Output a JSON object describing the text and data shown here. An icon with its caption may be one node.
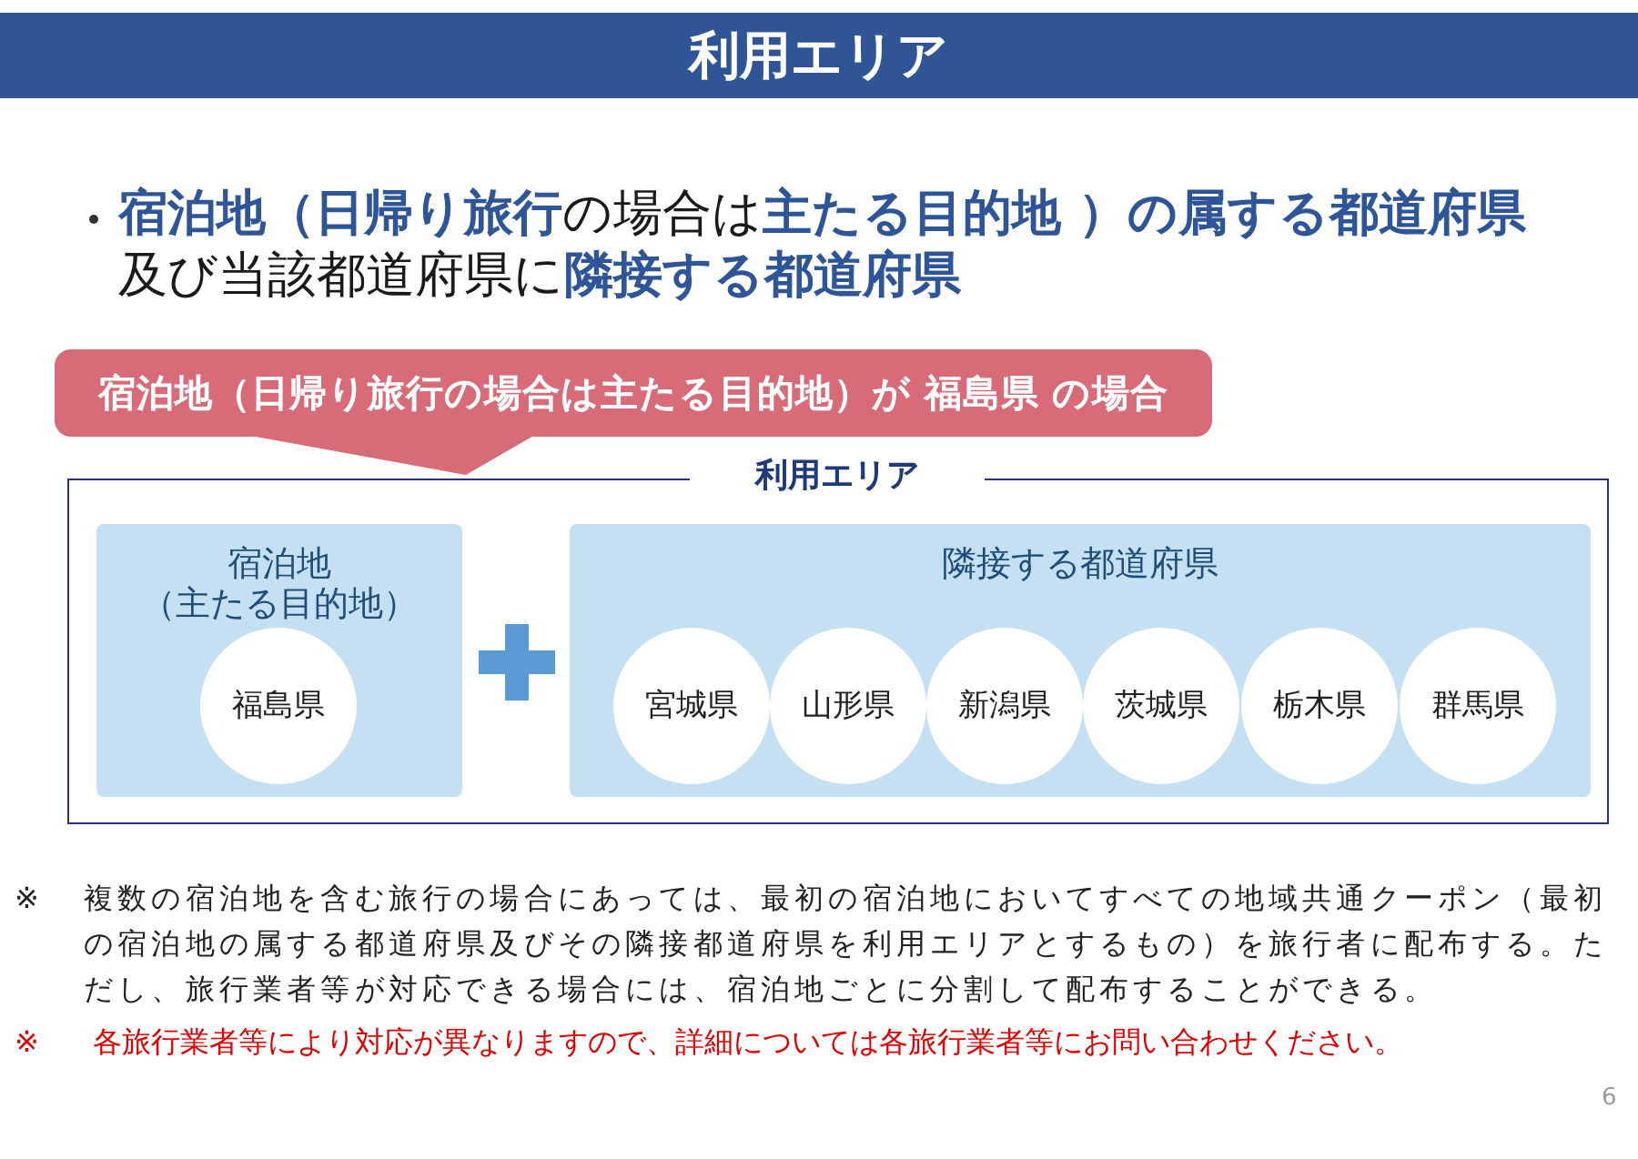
{
  "diagram": {
    "title": "利用エリア",
    "nodes": [
      {
        "text": [
          "宿泊地（日帰り旅行の場合は主たる目的地）が 福島県 の場合"
        ]
      },
      {
        "text": [
          "利用エリア"
        ]
      },
      {
        "text": [
          "宿泊地（主たる目的地）"
        ],
        "in": 1
      },
      {
        "text": [
          "福島県"
        ],
        "in": 2
      },
      {
        "text": [
          "隣接する都道府県"
        ],
        "in": 1
      },
      {
        "text": [
          "宮城県"
        ],
        "in": 4
      },
      {
        "text": [
          "山形県"
        ],
        "in": 4
      },
      {
        "text": [
          "新潟県"
        ],
        "in": 4
      },
      {
        "text": [
          "茨城県"
        ],
        "in": 4
      },
      {
        "text": [
          "栃木県"
        ],
        "in": 4
      },
      {
        "text": [
          "群馬県"
        ],
        "in": 4
      }
    ],
    "labels": [
      "**宿泊地（日帰り旅行**の場合は**主たる目的地 ）の属する都道府県**及び当該都道府県に**隣接する都道府県**",
      "※",
      "複数の宿泊地を含む旅行の場合にあっては、最初の宿泊地においてすべての地域共通クーポン（最初の宿泊地の属する都道府県及びその隣接都道府県を利用エリアとするもの）を旅行者に配布する。ただし、旅行業者等が対応できる場合には、宿泊地ごとに分割して配布することができる。",
      "※",
      "各旅行業者等により対応が異なりますので、詳細については各旅行業者等にお問い合わせください。",
      "6"
    ]
  }
}
